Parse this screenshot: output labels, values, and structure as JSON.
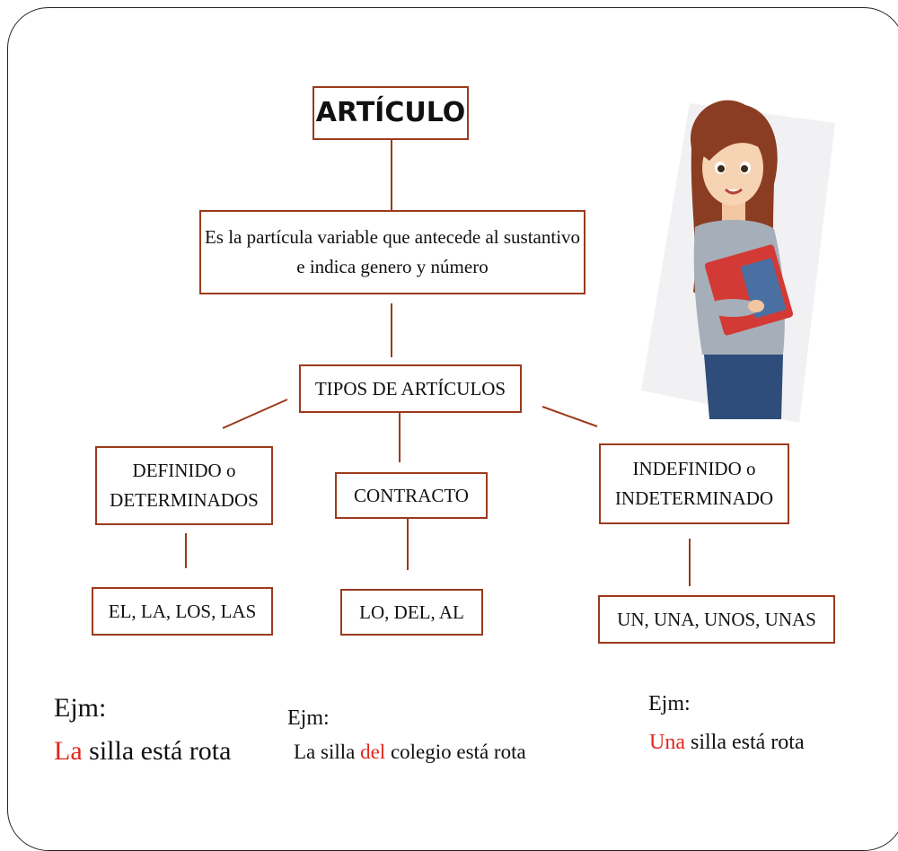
{
  "diagram": {
    "title": "ARTÍCULO",
    "definition_line1": "Es la partícula variable que antecede al sustantivo",
    "definition_line2": "e indica genero y número",
    "types": "TIPOS DE ARTÍCULOS",
    "definido_line1": "DEFINIDO o",
    "definido_line2": "DETERMINADOS",
    "contracto": "CONTRACTO",
    "indefinido_line1": "INDEFINIDO o",
    "indefinido_line2": "INDETERMINADO",
    "definido_examples": "EL, LA, LOS, LAS",
    "contracto_examples": "LO, DEL, AL",
    "indefinido_examples": "UN, UNA, UNOS, UNAS"
  },
  "examples": {
    "ex1": {
      "label": "Ejm:",
      "highlight": "La",
      "rest": " silla está rota"
    },
    "ex2": {
      "label": "Ejm:",
      "pre": "La silla ",
      "highlight": "del",
      "post": " colegio está rota"
    },
    "ex3": {
      "label": "Ejm:",
      "highlight": "Una",
      "rest": " silla está rota"
    }
  },
  "illustration": {
    "icon": "teacher-holding-books-icon"
  },
  "colors": {
    "border": "#9b3a1c",
    "highlight": "#e0261d"
  }
}
